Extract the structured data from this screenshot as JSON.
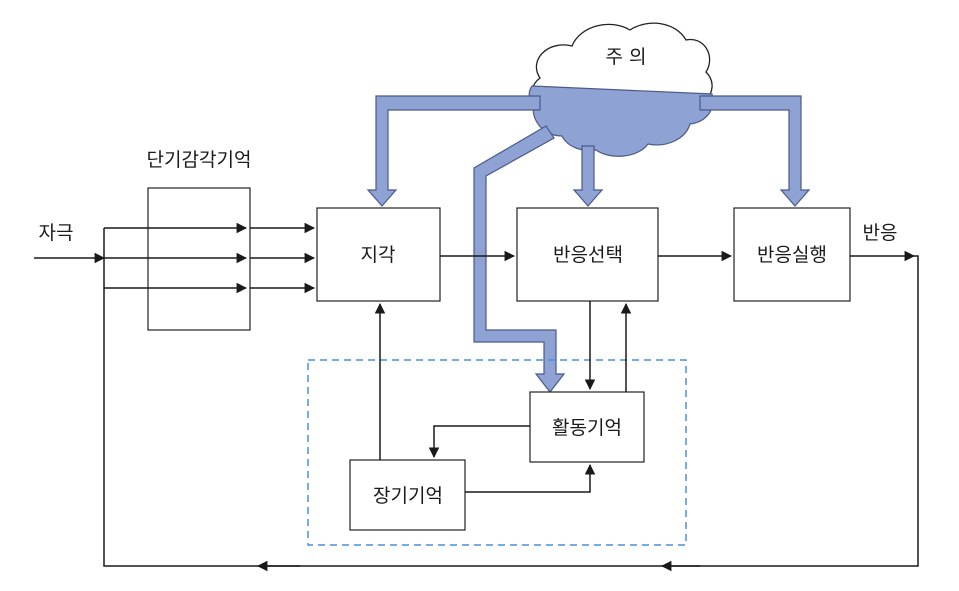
{
  "labels": {
    "stimulus": "자극",
    "sensory_memory": "단기감각기억",
    "perception": "지각",
    "response_selection": "반응선택",
    "response_execution": "반응실행",
    "response": "반응",
    "attention": "주 의",
    "working_memory": "활동기억",
    "long_term_memory": "장기기억"
  },
  "colors": {
    "attention_flow": "#8fa2d4",
    "attention_flow_outline": "#4a5a8a",
    "memory_group_border": "#4a90d9",
    "line": "#1a1a1a"
  }
}
